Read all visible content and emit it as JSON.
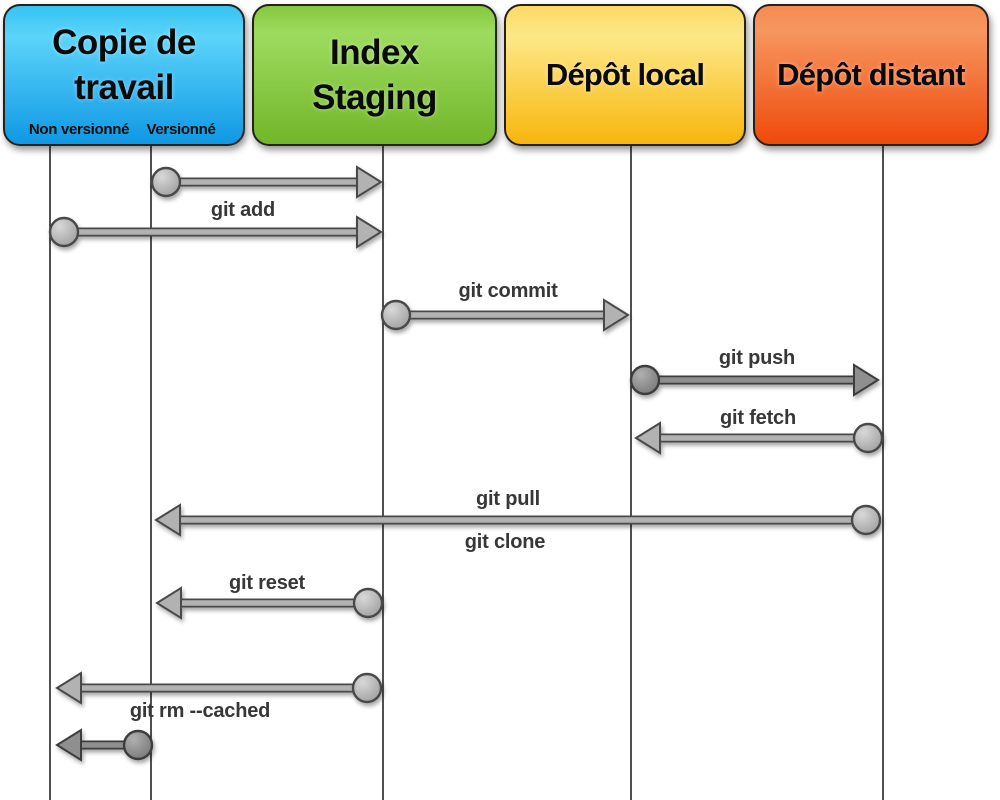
{
  "diagram": {
    "background_color": "#ffffff",
    "arrow_colors": {
      "light_fill": "#b2b2b2",
      "dark_fill": "#8f8f8f",
      "outline": "#4a4a4a"
    },
    "columns": [
      {
        "title_lines": [
          "Copie de",
          "travail"
        ],
        "sublabels": [
          "Non versionné",
          "Versionné"
        ],
        "color_top": "#35c3f3",
        "color_bottom": "#0f98e4"
      },
      {
        "title_lines": [
          "Index",
          "Staging"
        ],
        "color_top": "#86c83e",
        "color_bottom": "#72b62a"
      },
      {
        "title_lines": [
          "Dépôt local"
        ],
        "color_top": "#fbd964",
        "color_bottom": "#f8b60d"
      },
      {
        "title_lines": [
          "Dépôt distant"
        ],
        "color_top": "#f58b52",
        "color_bottom": "#ee4a0b"
      }
    ],
    "commands": [
      {
        "label": "git add",
        "from": "Copie de travail (Versionné)",
        "to": "Index Staging",
        "direction": "right"
      },
      {
        "label": "git add",
        "from": "Copie de travail (Non versionné)",
        "to": "Index Staging",
        "direction": "right"
      },
      {
        "label": "git commit",
        "from": "Index Staging",
        "to": "Dépôt local",
        "direction": "right"
      },
      {
        "label": "git push",
        "from": "Dépôt local",
        "to": "Dépôt distant",
        "direction": "right"
      },
      {
        "label": "git fetch",
        "from": "Dépôt distant",
        "to": "Dépôt local",
        "direction": "left"
      },
      {
        "label": "git pull",
        "from": "Dépôt distant",
        "to": "Copie de travail (Versionné)",
        "direction": "left"
      },
      {
        "label": "git clone",
        "from": "Dépôt distant",
        "to": "Copie de travail (Versionné)",
        "direction": "left"
      },
      {
        "label": "git reset",
        "from": "Index Staging",
        "to": "Copie de travail (Versionné)",
        "direction": "left"
      },
      {
        "label": "git rm --cached",
        "from": "Index Staging",
        "to": "Copie de travail (Non versionné)",
        "direction": "left"
      }
    ]
  }
}
